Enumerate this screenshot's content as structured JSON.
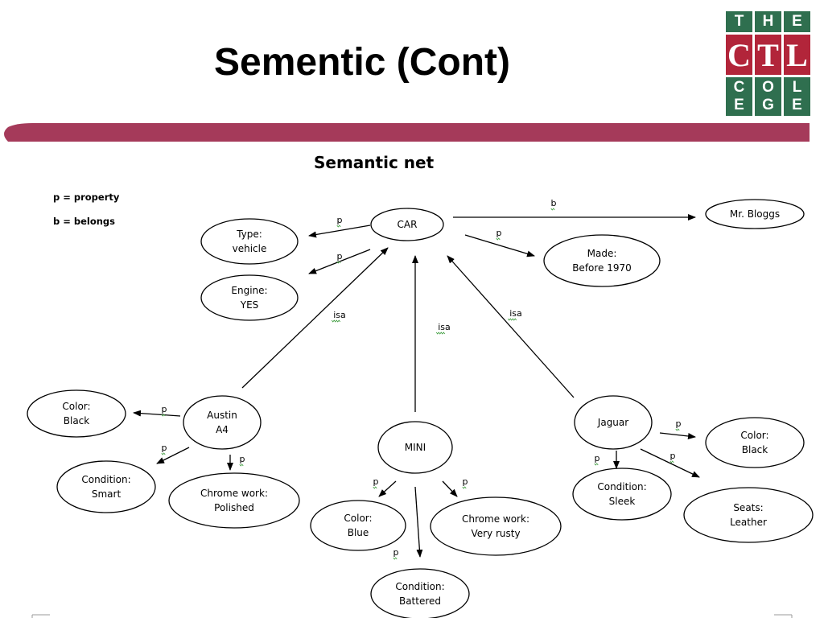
{
  "slide": {
    "title": "Sementic (Cont)"
  },
  "logo": {
    "rows": [
      [
        "T",
        "H",
        "E"
      ],
      [
        "C",
        "T",
        "L"
      ],
      [
        "C",
        "O",
        "L"
      ],
      [
        "E",
        "G",
        "E"
      ]
    ]
  },
  "diagram": {
    "heading": "Semantic net",
    "legend": [
      "p = property",
      "b = belongs"
    ],
    "nodes": [
      {
        "id": "car",
        "lines": [
          "CAR"
        ]
      },
      {
        "id": "type",
        "lines": [
          "Type:",
          "vehicle"
        ]
      },
      {
        "id": "engine",
        "lines": [
          "Engine:",
          "YES"
        ]
      },
      {
        "id": "bloggs",
        "lines": [
          "Mr. Bloggs"
        ]
      },
      {
        "id": "made",
        "lines": [
          "Made:",
          "Before 1970"
        ]
      },
      {
        "id": "austin",
        "lines": [
          "Austin",
          "A4"
        ]
      },
      {
        "id": "mini",
        "lines": [
          "MINI"
        ]
      },
      {
        "id": "jaguar",
        "lines": [
          "Jaguar"
        ]
      },
      {
        "id": "austin-color",
        "lines": [
          "Color:",
          "Black"
        ]
      },
      {
        "id": "austin-condition",
        "lines": [
          "Condition:",
          "Smart"
        ]
      },
      {
        "id": "austin-chrome",
        "lines": [
          "Chrome work:",
          "Polished"
        ]
      },
      {
        "id": "mini-color",
        "lines": [
          "Color:",
          "Blue"
        ]
      },
      {
        "id": "mini-chrome",
        "lines": [
          "Chrome work:",
          "Very rusty"
        ]
      },
      {
        "id": "mini-condition",
        "lines": [
          "Condition:",
          "Battered"
        ]
      },
      {
        "id": "jaguar-color",
        "lines": [
          "Color:",
          "Black"
        ]
      },
      {
        "id": "jaguar-condition",
        "lines": [
          "Condition:",
          "Sleek"
        ]
      },
      {
        "id": "jaguar-seats",
        "lines": [
          "Seats:",
          "Leather"
        ]
      }
    ],
    "edges": [
      {
        "from": "car",
        "to": "type",
        "label": "p"
      },
      {
        "from": "car",
        "to": "engine",
        "label": "p"
      },
      {
        "from": "car",
        "to": "bloggs",
        "label": "b"
      },
      {
        "from": "car",
        "to": "made",
        "label": "p"
      },
      {
        "from": "austin",
        "to": "car",
        "label": "isa"
      },
      {
        "from": "mini",
        "to": "car",
        "label": "isa"
      },
      {
        "from": "jaguar",
        "to": "car",
        "label": "isa"
      },
      {
        "from": "austin",
        "to": "austin-color",
        "label": "p"
      },
      {
        "from": "austin",
        "to": "austin-condition",
        "label": "p"
      },
      {
        "from": "austin",
        "to": "austin-chrome",
        "label": "p"
      },
      {
        "from": "mini",
        "to": "mini-color",
        "label": "p"
      },
      {
        "from": "mini",
        "to": "mini-chrome",
        "label": "p"
      },
      {
        "from": "mini",
        "to": "mini-condition",
        "label": "p"
      },
      {
        "from": "jaguar",
        "to": "jaguar-color",
        "label": "p"
      },
      {
        "from": "jaguar",
        "to": "jaguar-condition",
        "label": "p"
      },
      {
        "from": "jaguar",
        "to": "jaguar-seats",
        "label": "p"
      }
    ],
    "colors": {
      "banner": "#a53a5a",
      "logo_green": "#2f6f4f",
      "logo_red": "#b2253a",
      "label_underline": "#3a9a3a"
    }
  }
}
